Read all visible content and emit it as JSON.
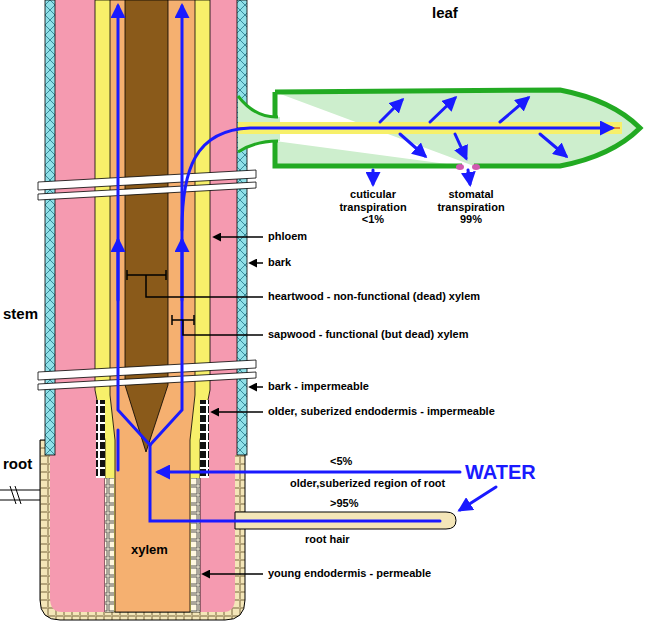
{
  "diagram": {
    "labels": [
      "leaf",
      "cuticular transpiration <1%",
      "stomatal transpiration 99%",
      "phloem",
      "bark",
      "heartwood - non-functional (dead) xylem",
      "sapwood - functional (but dead) xylem",
      "bark - impermeable",
      "older, suberized endodermis - impermeable",
      "stem",
      "root",
      "<5%",
      "older,suberized region of root",
      "WATER",
      ">95%",
      "root hair",
      "xylem",
      "young endodermis - permeable"
    ]
  }
}
